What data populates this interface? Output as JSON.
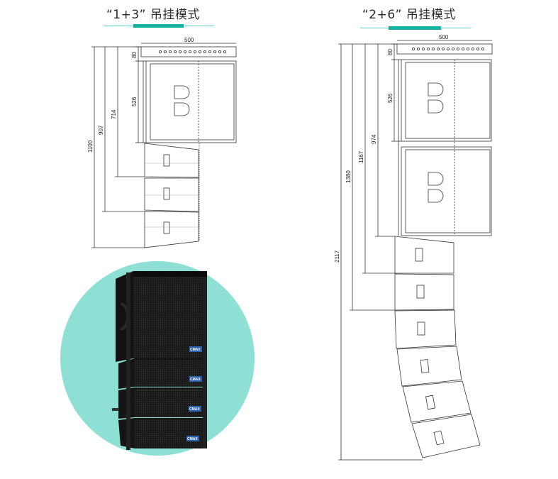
{
  "left_config": {
    "title": "“1+3” 吊挂模式",
    "dims": {
      "width": "500",
      "top_gap": "80",
      "sub_h": "526",
      "d714": "714",
      "d907": "907",
      "d1100": "1100"
    }
  },
  "right_config": {
    "title": "“2+6” 吊挂模式",
    "dims": {
      "width": "500",
      "top_gap": "80",
      "sub_h": "526",
      "d974": "974",
      "d1167": "1167",
      "d1380": "1380",
      "d2117": "2117"
    }
  },
  "photo": {
    "brand": "CMAX",
    "bg_color": "#8ee0d5"
  },
  "colors": {
    "accent": "#16b3a4",
    "accent_light": "#5fcfc3",
    "line": "#333333"
  }
}
